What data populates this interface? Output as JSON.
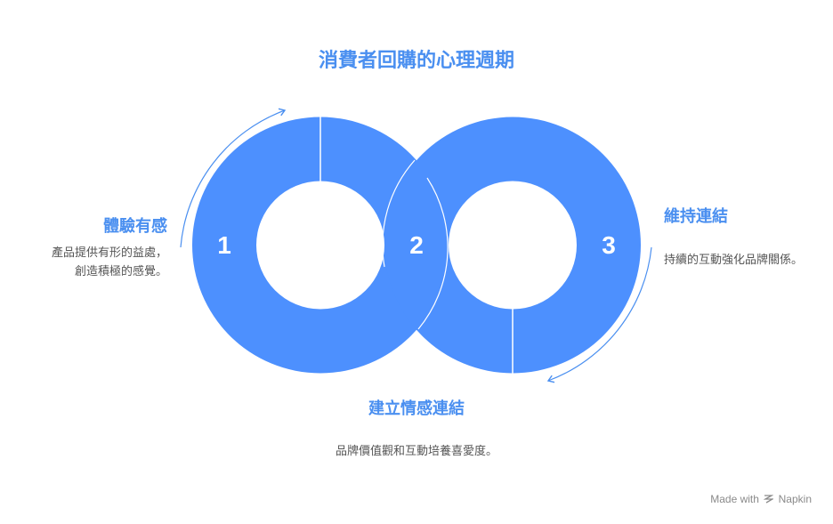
{
  "title": "消費者回購的心理週期",
  "stages": [
    {
      "number": "1",
      "title": "體驗有感",
      "desc_lines": [
        "產品提供有形的益處，",
        "創造積極的感覺。"
      ]
    },
    {
      "number": "2",
      "title": "建立情感連結",
      "desc_lines": [
        "品牌價值觀和互動培養喜愛度。"
      ]
    },
    {
      "number": "3",
      "title": "維持連結",
      "desc_lines": [
        "持續的互動強化品牌關係。"
      ]
    }
  ],
  "footer": {
    "made_with": "Made with",
    "brand": "Napkin"
  },
  "colors": {
    "accent": "#4a8ff0",
    "shape_fill": "#4d90fe",
    "text": "#555555"
  },
  "icons": {
    "footer_logo": "napkin-logo-icon",
    "arrows": "curved-arrow-icon"
  }
}
